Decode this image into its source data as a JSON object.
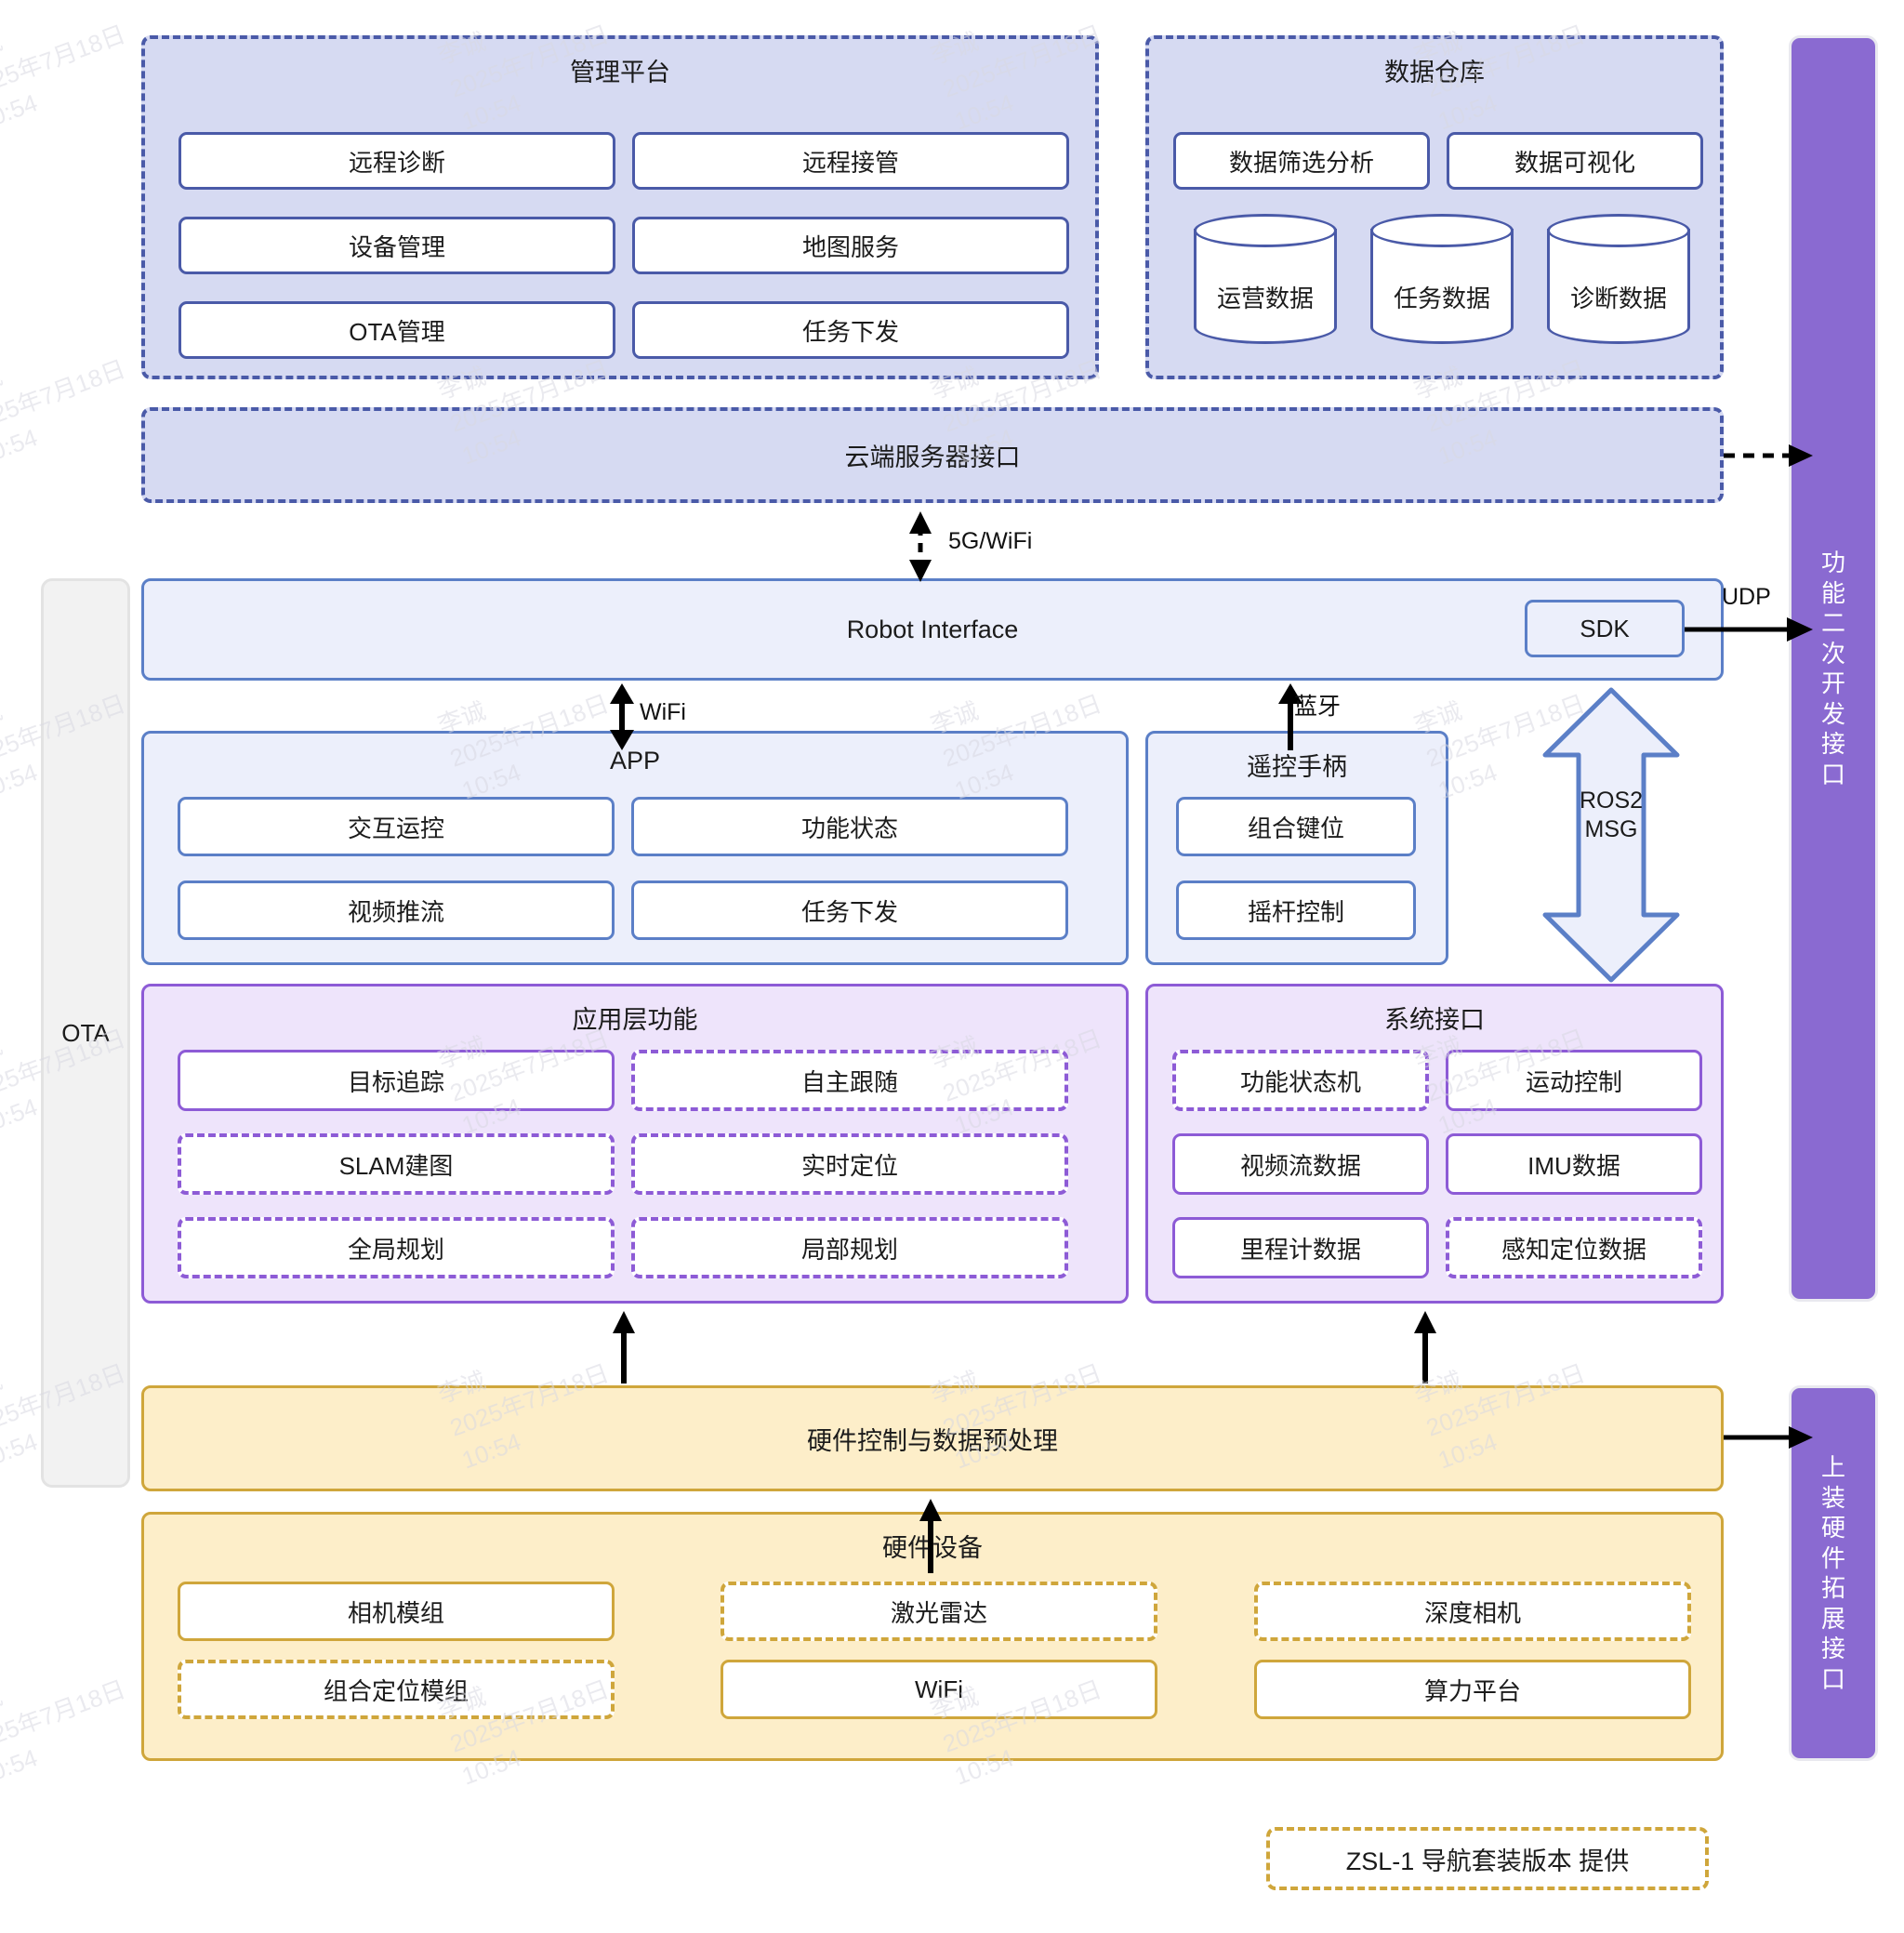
{
  "watermark": {
    "name": "李诚",
    "date": "2025年7月18日",
    "time": "10:54"
  },
  "management_platform": {
    "title": "管理平台",
    "items": [
      {
        "label": "远程诊断"
      },
      {
        "label": "远程接管"
      },
      {
        "label": "设备管理"
      },
      {
        "label": "地图服务"
      },
      {
        "label": "OTA管理"
      },
      {
        "label": "任务下发"
      }
    ]
  },
  "data_warehouse": {
    "title": "数据仓库",
    "items": [
      {
        "label": "数据筛选分析"
      },
      {
        "label": "数据可视化"
      }
    ],
    "databases": [
      {
        "label": "运营数据"
      },
      {
        "label": "任务数据"
      },
      {
        "label": "诊断数据"
      }
    ]
  },
  "cloud_interface": {
    "label": "云端服务器接口"
  },
  "robot_interface": {
    "label": "Robot Interface",
    "sdk_label": "SDK"
  },
  "app": {
    "title": "APP",
    "items": [
      {
        "label": "交互运控"
      },
      {
        "label": "功能状态"
      },
      {
        "label": "视频推流"
      },
      {
        "label": "任务下发"
      }
    ]
  },
  "remote_controller": {
    "title": "遥控手柄",
    "items": [
      {
        "label": "组合键位"
      },
      {
        "label": "摇杆控制"
      }
    ]
  },
  "application_layer": {
    "title": "应用层功能",
    "items": [
      {
        "label": "目标追踪",
        "style": "solid"
      },
      {
        "label": "自主跟随",
        "style": "dashed"
      },
      {
        "label": "SLAM建图",
        "style": "dashed"
      },
      {
        "label": "实时定位",
        "style": "dashed"
      },
      {
        "label": "全局规划",
        "style": "dashed"
      },
      {
        "label": "局部规划",
        "style": "dashed"
      }
    ]
  },
  "system_interface": {
    "title": "系统接口",
    "items": [
      {
        "label": "功能状态机",
        "style": "dashed"
      },
      {
        "label": "运动控制",
        "style": "solid"
      },
      {
        "label": "视频流数据",
        "style": "solid"
      },
      {
        "label": "IMU数据",
        "style": "solid"
      },
      {
        "label": "里程计数据",
        "style": "solid"
      },
      {
        "label": "感知定位数据",
        "style": "dashed"
      }
    ]
  },
  "hardware_control": {
    "label": "硬件控制与数据预处理"
  },
  "hardware_devices": {
    "title": "硬件设备",
    "items": [
      {
        "label": "相机模组",
        "style": "solid"
      },
      {
        "label": "激光雷达",
        "style": "dashed"
      },
      {
        "label": "深度相机",
        "style": "dashed"
      },
      {
        "label": "组合定位模组",
        "style": "dashed"
      },
      {
        "label": "WiFi",
        "style": "solid"
      },
      {
        "label": "算力平台",
        "style": "solid"
      }
    ]
  },
  "side_bars": {
    "ota": {
      "label": "OTA"
    },
    "dev_interface": {
      "label": "功能二次开发接口"
    },
    "hw_expansion": {
      "label": "上装硬件拓展接口"
    }
  },
  "connectors": {
    "cloud_link": "5G/WiFi",
    "app_link": "WiFi",
    "controller_link": "蓝牙",
    "sdk_link": "UDP",
    "ros_link": "ROS2\nMSG"
  },
  "legend": {
    "label": "ZSL-1 导航套装版本 提供"
  },
  "colors": {
    "blue_dash_fill": "#d6daf2",
    "blue_dash_border": "#4a5aa8",
    "blue_light_fill": "#eceffb",
    "blue_light_border": "#5b7fc7",
    "purple_fill": "#eee4fb",
    "purple_border": "#8d5bd6",
    "yellow_fill": "#fdeec9",
    "yellow_border": "#cfa63b",
    "sidebar_purple": "#8a6ad1",
    "sidebar_gray": "#f2f2f2"
  }
}
